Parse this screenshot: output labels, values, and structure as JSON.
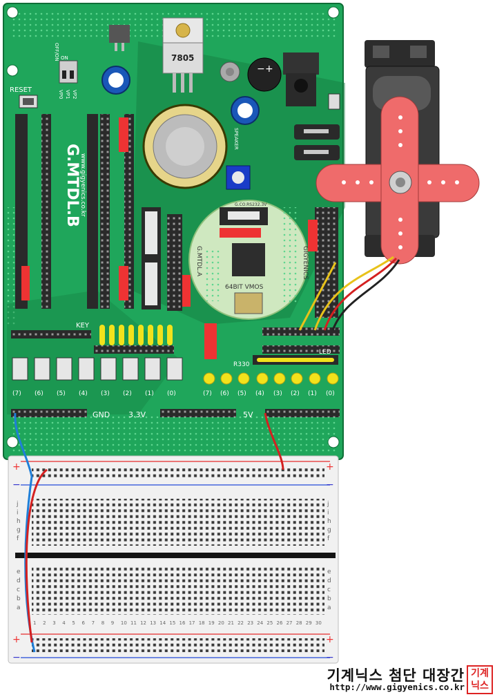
{
  "board": {
    "name": "G.MTDL.B",
    "url_vertical": "www.gigyenics.co.kr",
    "reset_label": "RESET",
    "regulator_label": "7805",
    "switch_labels": [
      "ON",
      "OFF/ON"
    ],
    "vp_labels": [
      "VP0",
      "VP1",
      "VP2"
    ],
    "speaker_label": "SPEAKER",
    "key_label": "KEY",
    "led_label": "LED",
    "resistor_label": "R330",
    "rail_labels": [
      "GND",
      "3.3V",
      "5V"
    ],
    "key_index_labels": [
      "(7)",
      "(6)",
      "(5)",
      "(4)",
      "(3)",
      "(2)",
      "(1)",
      "(0)"
    ],
    "led_index_labels": [
      "(7)",
      "(6)",
      "(5)",
      "(4)",
      "(3)",
      "(2)",
      "(1)",
      "(0)"
    ]
  },
  "module": {
    "name": "G.MTDL.A",
    "brand": "GIGYENICS",
    "chip_label": "64BIT VMOS",
    "top_label": "G.CO.RS232.3V"
  },
  "breadboard": {
    "row_letters_top": [
      "j",
      "i",
      "h",
      "g",
      "f"
    ],
    "row_letters_bottom": [
      "e",
      "d",
      "c",
      "b",
      "a"
    ],
    "column_numbers": [
      "1",
      "2",
      "3",
      "4",
      "5",
      "6",
      "7",
      "8",
      "9",
      "10",
      "11",
      "12",
      "13",
      "14",
      "15",
      "16",
      "17",
      "18",
      "19",
      "20",
      "21",
      "22",
      "23",
      "24",
      "25",
      "26",
      "27",
      "28",
      "29",
      "30"
    ],
    "rail_plus": "+",
    "rail_minus": "−"
  },
  "footer": {
    "title": "기계닉스 첨단 대장간",
    "url": "http://www.gigyenics.co.kr",
    "seal_text": "기계닉스"
  },
  "colors": {
    "pcb_green": "#1fa65b",
    "pcb_dark": "#137a3f",
    "header_black": "#2a2a2a",
    "led_yellow": "#f2e21c",
    "servo_horn_red": "#ef6b6b",
    "wire_red": "#d42020",
    "wire_blue": "#1f7fd8",
    "wire_yellow": "#e8c21a"
  }
}
